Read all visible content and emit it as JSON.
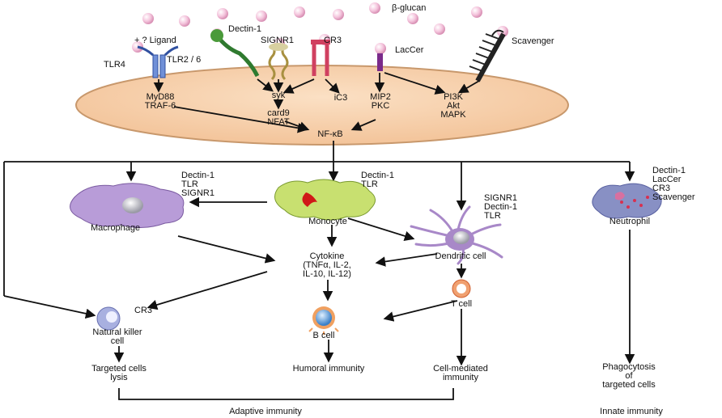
{
  "membrane": {
    "ligand": "β-glucan",
    "question_ligand": "+ ? Ligand",
    "receptors": {
      "tlr4": "TLR4",
      "tlr2_6": "TLR2 / 6",
      "dectin1": "Dectin-1",
      "signr1": "SIGNR1",
      "cr3": "CR3",
      "laccer": "LacCer",
      "scavenger": "Scavenger"
    },
    "pathways": {
      "myd88": "MyD88",
      "traf6": "TRAF-6",
      "syk": "syk",
      "card9": "card9",
      "nfat": "NFAT",
      "ic3": "iC3",
      "mip2": "MIP2",
      "pkc": "PKC",
      "pi3k": "PI3K",
      "akt": "Akt",
      "mapk": "MAPK",
      "nfkb": "NF-κB"
    }
  },
  "cells": {
    "macrophage": {
      "name": "Macrophage",
      "receptors": [
        "Dectin-1",
        "TLR",
        "SIGNR1"
      ]
    },
    "monocyte": {
      "name": "Monocyte",
      "receptors": [
        "Dectin-1",
        "TLR"
      ]
    },
    "dendritic": {
      "name": "Dendritic cell",
      "receptors": [
        "SIGNR1",
        "Dectin-1",
        "TLR"
      ]
    },
    "neutrophil": {
      "name": "Neutrophil",
      "receptors": [
        "Dectin-1",
        "LacCer",
        "CR3",
        "Scavenger"
      ]
    },
    "nk": {
      "name_line1": "Natural killer",
      "name_line2": "cell",
      "receptor": "CR3"
    },
    "bcell": {
      "name": "B cell"
    },
    "tcell": {
      "name": "T cell"
    }
  },
  "cytokine": {
    "line1": "Cytokine",
    "line2": "(TNFα, IL-2,",
    "line3": "IL-10, IL-12)"
  },
  "outcomes": {
    "lysis_line1": "Targeted cells",
    "lysis_line2": "lysis",
    "humoral": "Humoral immunity",
    "cellmed_line1": "Cell-mediated",
    "cellmed_line2": "immunity",
    "phago_line1": "Phagocytosis",
    "phago_line2": "of",
    "phago_line3": "targeted cells"
  },
  "categories": {
    "adaptive": "Adaptive immunity",
    "innate": "Innate immunity"
  },
  "colors": {
    "cell_fill": "#f8d2b0",
    "cell_edge": "#c8986c",
    "glucan": "#f4c4dc",
    "macrophage": "#b89cd8",
    "monocyte": "#c8e070",
    "neutrophil": "#8890c4",
    "dendritic": "#a888c8",
    "arrow": "#111111"
  }
}
